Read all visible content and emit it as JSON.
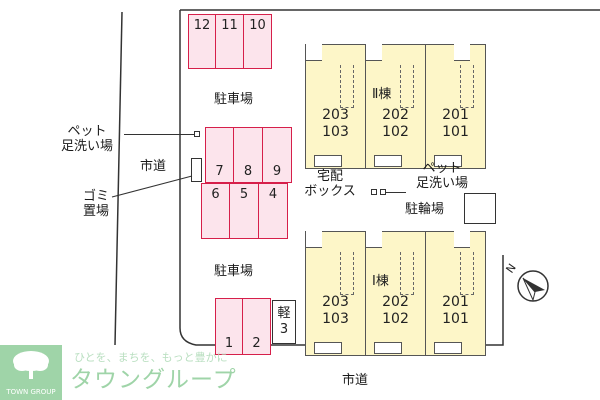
{
  "roads": {
    "left": "市道",
    "bottom": "市道"
  },
  "parking_lots": {
    "upper": "駐車場",
    "lower": "駐車場"
  },
  "stalls": {
    "top": [
      "12",
      "11",
      "10"
    ],
    "mid_row": [
      "7",
      "8",
      "9"
    ],
    "lower_row": [
      "6",
      "5",
      "4"
    ],
    "bottom": [
      "1",
      "2"
    ],
    "light": "軽\n3"
  },
  "facilities": {
    "pet_wash_left": "ペット\n足洗い場",
    "garbage": "ゴミ\n置場",
    "delivery_box": "宅配\nボックス",
    "pet_wash_right": "ペット\n足洗い場",
    "bicycle": "駐輪場"
  },
  "buildings": [
    {
      "name": "Ⅱ棟",
      "units": [
        {
          "upper": "203",
          "lower": "103"
        },
        {
          "upper": "202",
          "lower": "102"
        },
        {
          "upper": "201",
          "lower": "101"
        }
      ]
    },
    {
      "name": "Ⅰ棟",
      "units": [
        {
          "upper": "203",
          "lower": "103"
        },
        {
          "upper": "202",
          "lower": "102"
        },
        {
          "upper": "201",
          "lower": "101"
        }
      ]
    }
  ],
  "compass": {
    "label": "N"
  },
  "brand": {
    "tagline": "ひとを、まちを、もっと豊かに",
    "name": "タウングループ",
    "logo_text": "TOWN GROUP",
    "color": "#9fd4a8"
  },
  "colors": {
    "stall_fill": "#fce4ec",
    "stall_border": "#d61f4a",
    "building_fill": "#fdf6c8"
  }
}
